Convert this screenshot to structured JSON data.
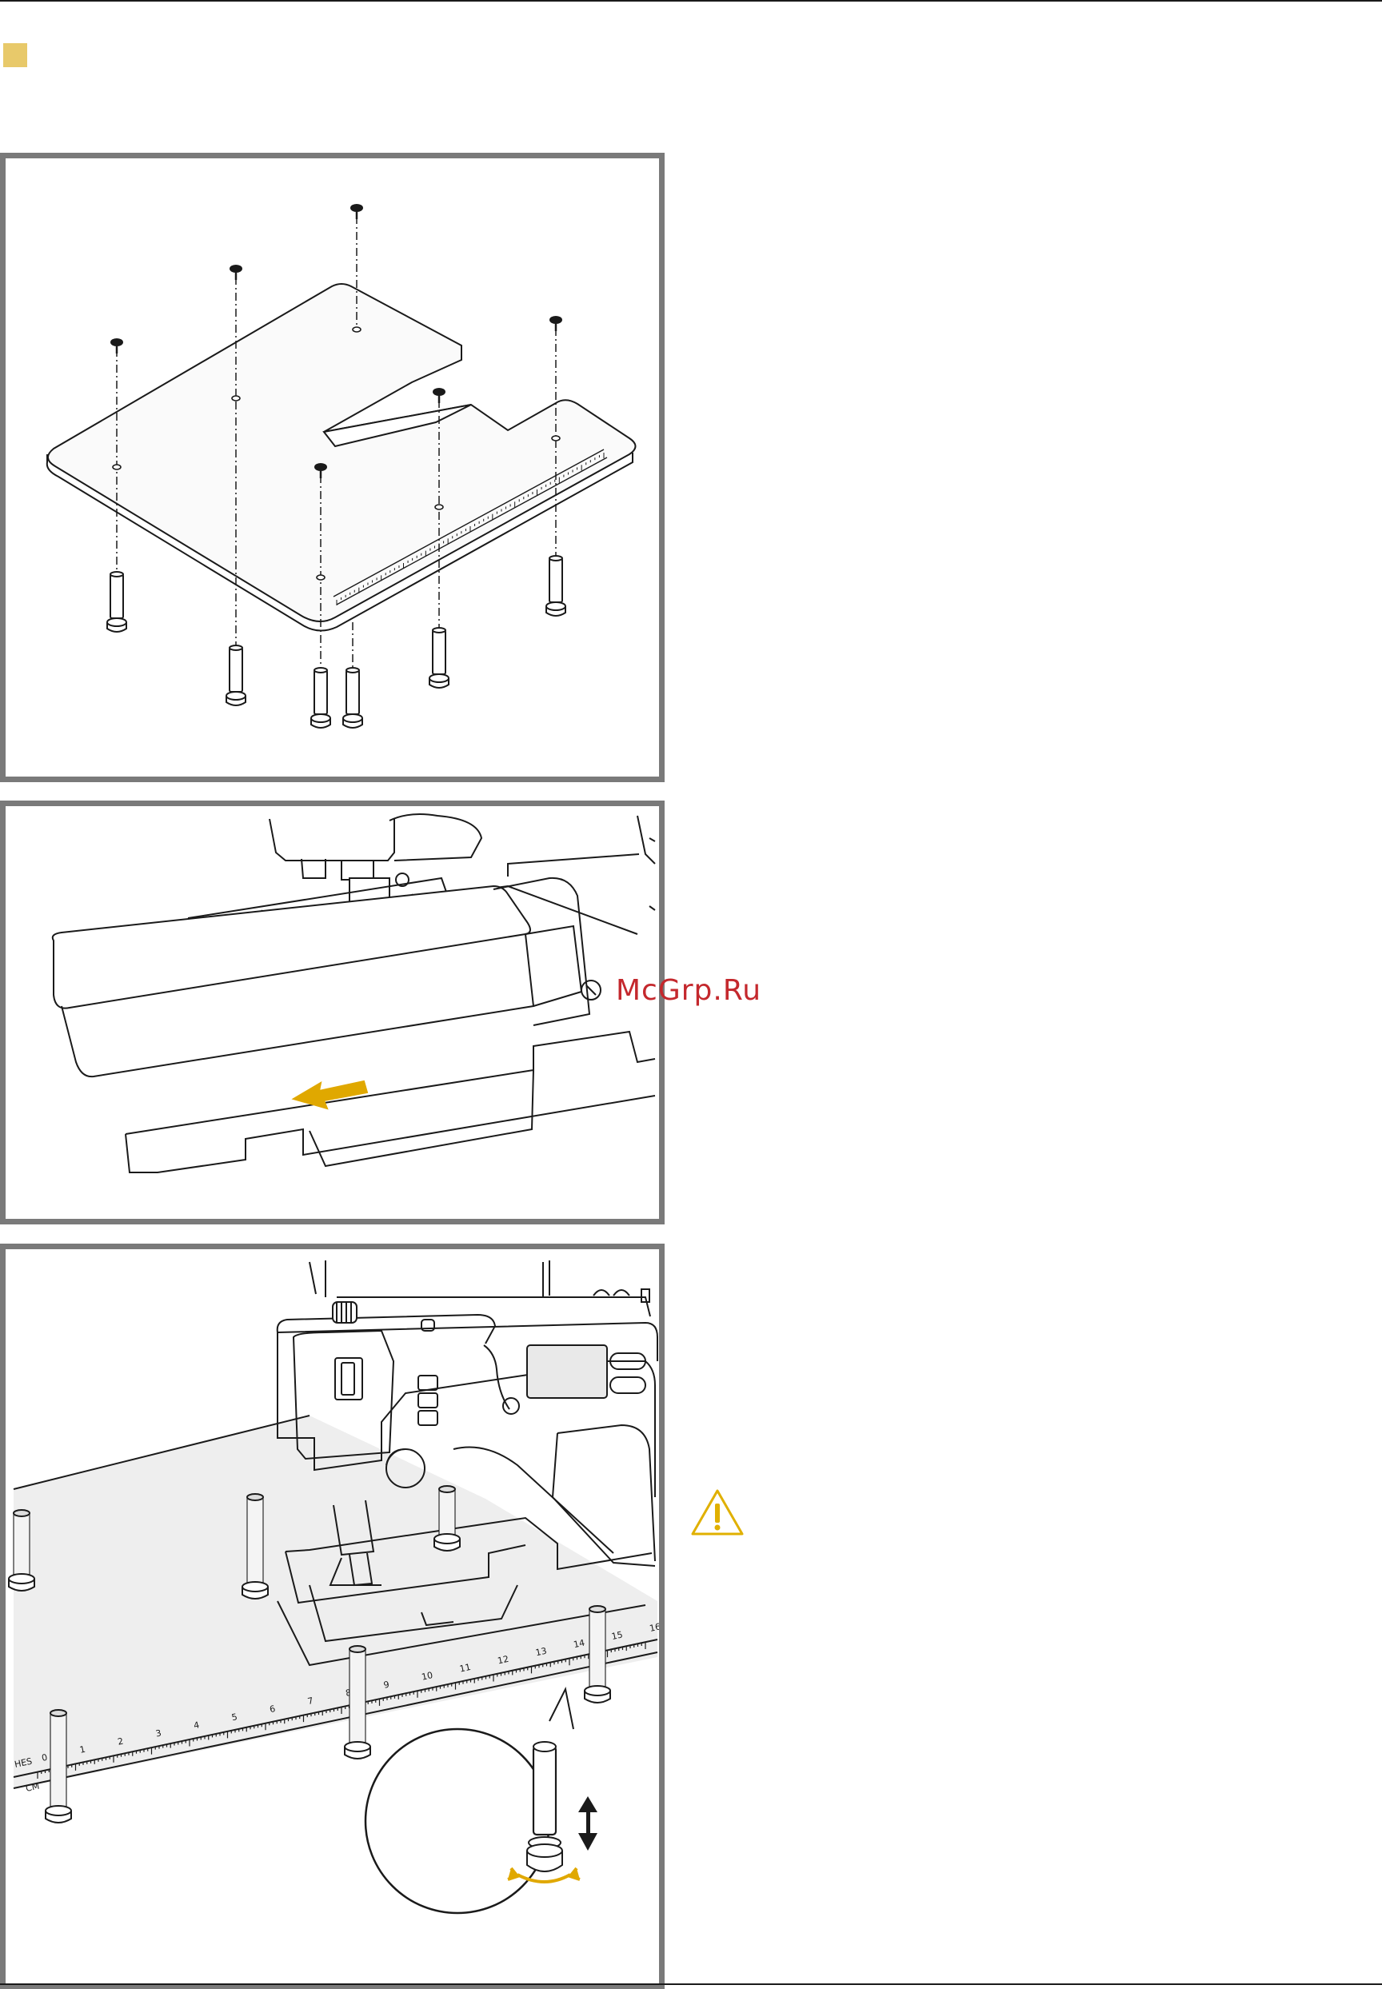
{
  "page": {
    "accent_color": "#e8c96a",
    "panel_border_color": "#7a7a7a",
    "watermark_color": "#c4282d"
  },
  "watermark": {
    "text": "McGrp.Ru"
  },
  "figures": [
    {
      "name": "extension-table-assembly",
      "icons": [
        "screw-icon",
        "adjustable-leg-icon"
      ]
    },
    {
      "name": "free-arm-cover-removal",
      "icons": [
        "arrow-left-icon"
      ]
    },
    {
      "name": "extension-table-installed",
      "ruler": {
        "unit_top": "HES",
        "unit_bottom": "CM",
        "ticks": [
          "0",
          "1",
          "2",
          "3",
          "4",
          "5",
          "6",
          "7",
          "8",
          "9",
          "10",
          "11",
          "12",
          "13",
          "14",
          "15",
          "16"
        ]
      },
      "icons": [
        "leg-adjust-detail-icon",
        "up-down-arrow-icon",
        "rotate-arrow-icon"
      ]
    }
  ],
  "warning": {
    "icon": "warning-triangle-icon",
    "color": "#e0b000"
  }
}
